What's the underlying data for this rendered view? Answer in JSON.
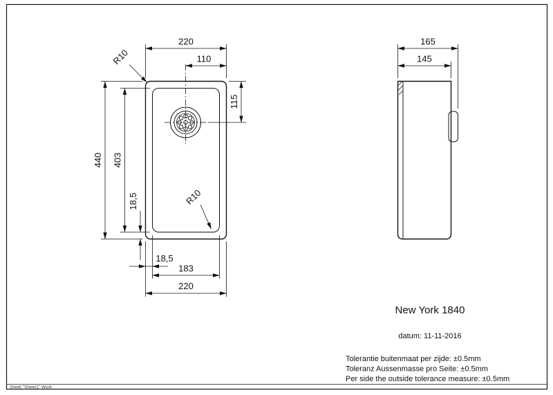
{
  "drawing": {
    "product_name": "New York 1840",
    "date_label": "datum: 11-11-2016",
    "tolerances": {
      "nl": "Tolerantie buitenmaat per zijde: ±0.5mm",
      "de": "Toleranz Aussenmasse pro Seite: ±0.5mm",
      "en": "Per side the outside tolerance measure: ±0.5mm"
    },
    "sheet_label": "Sheet \"Sheet1\" Work"
  },
  "top_view": {
    "dims": {
      "outer_width_top": "220",
      "drain_offset": "110",
      "corner_radius_outer": "R10",
      "drain_center_from_top": "115",
      "outer_length": "440",
      "inner_length": "403",
      "wall_offset_vertical": "18,5",
      "corner_radius_inner": "R10",
      "wall_offset_horizontal": "18,5",
      "inner_width": "183",
      "outer_width_bottom": "220"
    }
  },
  "side_view": {
    "dims": {
      "overall_depth": "165",
      "bowl_depth": "145"
    }
  }
}
